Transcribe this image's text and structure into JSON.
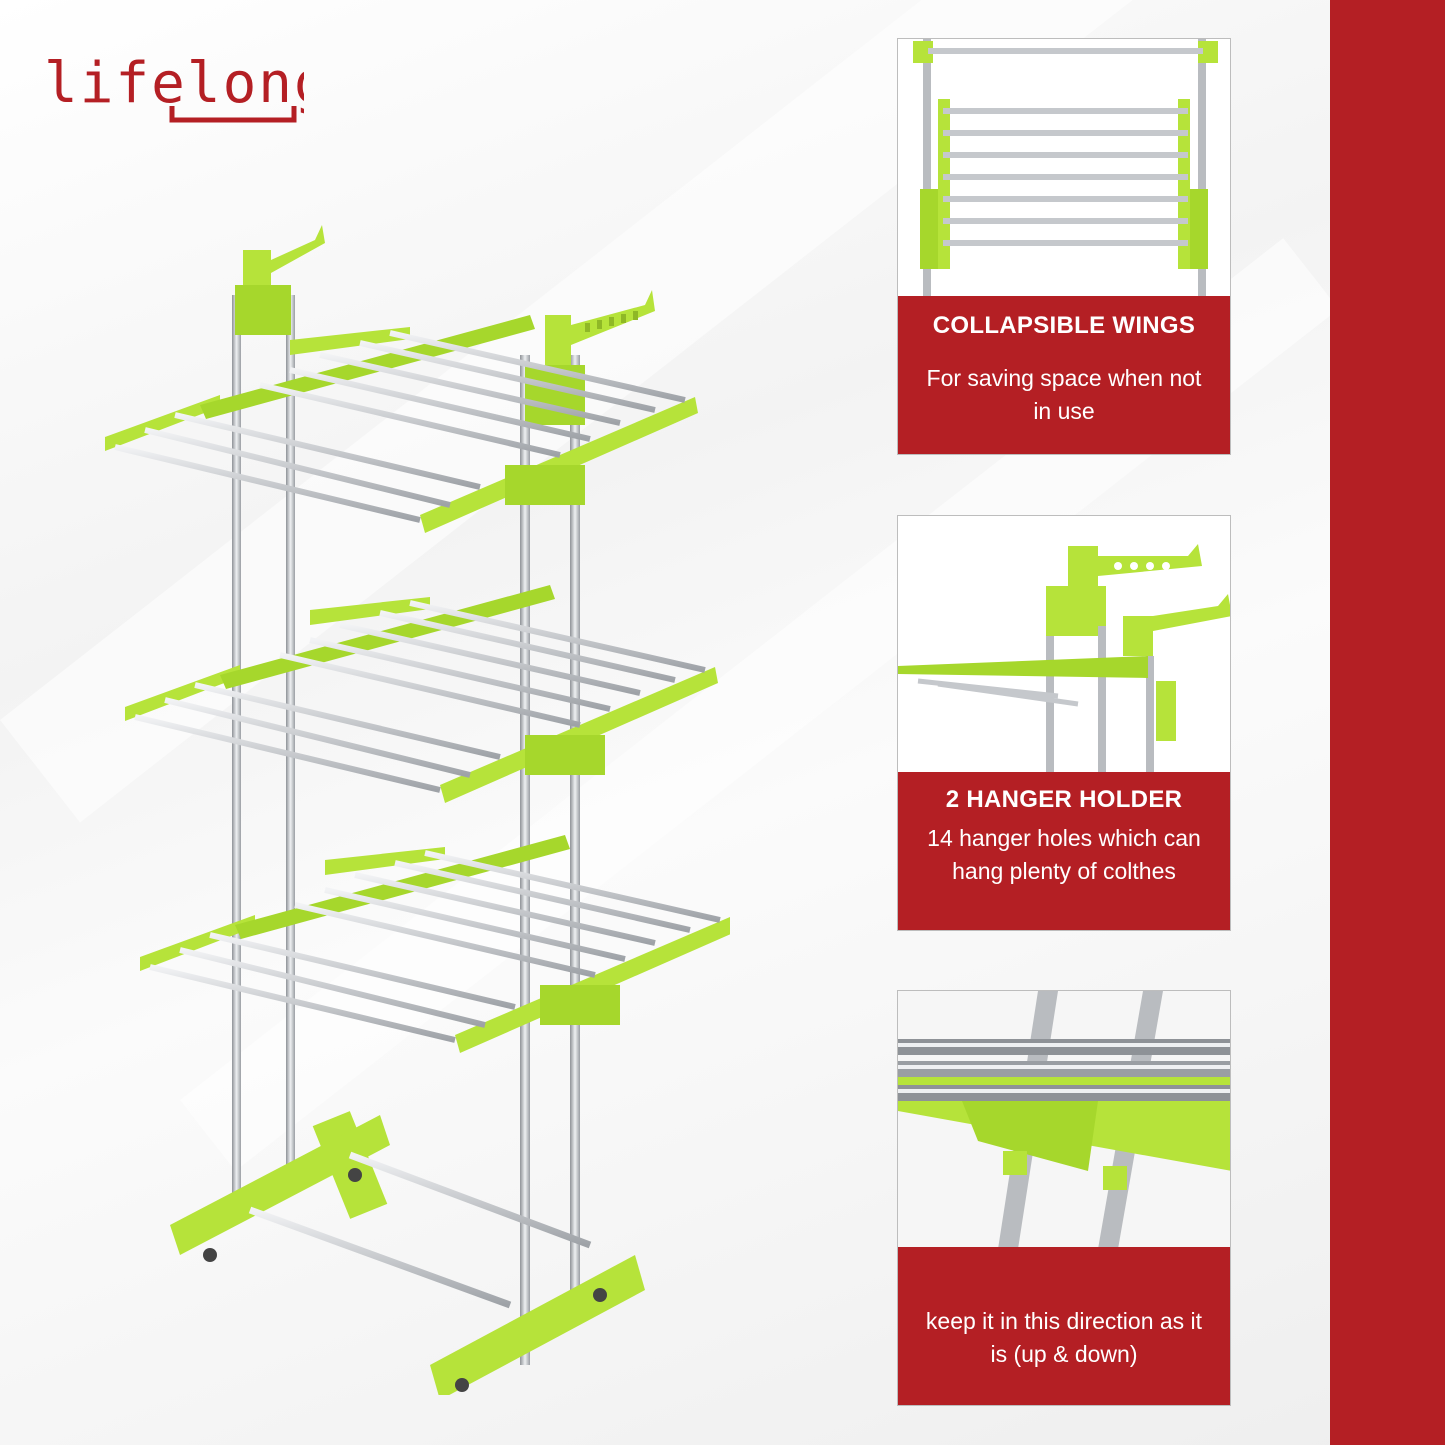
{
  "brand": {
    "logo_text": "lifelong",
    "color": "#b41f24"
  },
  "colors": {
    "accent_red": "#b41f24",
    "rack_green": "#b6e33a",
    "steel": "#c9ccd0"
  },
  "features": [
    {
      "title": "COLLAPSIBLE WINGS",
      "description": "For saving space when not in use"
    },
    {
      "title": "2 HANGER HOLDER",
      "description": "14 hanger holes which can hang plenty of colthes"
    },
    {
      "title": "",
      "description": "keep it in this direction as it is (up & down)"
    }
  ]
}
